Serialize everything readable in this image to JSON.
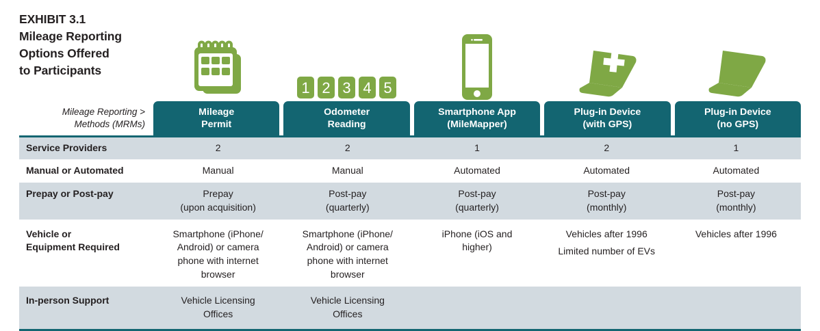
{
  "exhibit": {
    "title_lines": [
      "EXHIBIT 3.1",
      "Mileage Reporting",
      "Options Offered",
      "to Participants"
    ],
    "corner_label_lines": [
      "Mileage Reporting >",
      "Methods (MRMs)"
    ],
    "colors": {
      "teal": "#136571",
      "green": "#7fa845",
      "row_shade": "#d2dae0",
      "row_plain": "#ffffff",
      "text": "#231f20"
    }
  },
  "icons": [
    {
      "name": "calendar-icon",
      "label": "calendar"
    },
    {
      "name": "odometer-digits-icon",
      "label": "odometer",
      "digits": [
        "1",
        "2",
        "3",
        "4",
        "5"
      ]
    },
    {
      "name": "smartphone-icon",
      "label": "smartphone"
    },
    {
      "name": "plug-in-device-gps-icon",
      "label": "plug-in device with GPS"
    },
    {
      "name": "plug-in-device-no-gps-icon",
      "label": "plug-in device no GPS"
    }
  ],
  "columns": [
    {
      "line1": "Mileage",
      "line2": "Permit"
    },
    {
      "line1": "Odometer",
      "line2": "Reading"
    },
    {
      "line1": "Smartphone App",
      "line2": "(MileMapper)"
    },
    {
      "line1": "Plug-in Device",
      "line2": "(with GPS)"
    },
    {
      "line1": "Plug-in Device",
      "line2": "(no GPS)"
    }
  ],
  "rows": [
    {
      "label": "Service Providers",
      "shaded": true,
      "cells": [
        {
          "paras": [
            "2"
          ]
        },
        {
          "paras": [
            "2"
          ]
        },
        {
          "paras": [
            "1"
          ]
        },
        {
          "paras": [
            "2"
          ]
        },
        {
          "paras": [
            "1"
          ]
        }
      ]
    },
    {
      "label": "Manual or Automated",
      "shaded": false,
      "cells": [
        {
          "paras": [
            "Manual"
          ]
        },
        {
          "paras": [
            "Manual"
          ]
        },
        {
          "paras": [
            "Automated"
          ]
        },
        {
          "paras": [
            "Automated"
          ]
        },
        {
          "paras": [
            "Automated"
          ]
        }
      ]
    },
    {
      "label": "Prepay or Post-pay",
      "shaded": true,
      "cells": [
        {
          "paras": [
            "Prepay\n(upon acquisition)"
          ]
        },
        {
          "paras": [
            "Post-pay\n(quarterly)"
          ]
        },
        {
          "paras": [
            "Post-pay\n(quarterly)"
          ]
        },
        {
          "paras": [
            "Post-pay\n(monthly)"
          ]
        },
        {
          "paras": [
            "Post-pay\n(monthly)"
          ]
        }
      ]
    },
    {
      "label": "Vehicle or\nEquipment Required",
      "shaded": false,
      "cells": [
        {
          "paras": [
            "Smartphone (iPhone/\nAndroid) or camera\nphone with internet\nbrowser"
          ]
        },
        {
          "paras": [
            "Smartphone (iPhone/\nAndroid) or camera\nphone with internet\nbrowser"
          ]
        },
        {
          "paras": [
            "iPhone (iOS and\nhigher)"
          ]
        },
        {
          "paras": [
            "Vehicles after 1996",
            "Limited number of EVs"
          ]
        },
        {
          "paras": [
            "Vehicles after 1996"
          ]
        }
      ]
    },
    {
      "label": "In-person Support",
      "shaded": true,
      "cells": [
        {
          "paras": [
            "Vehicle Licensing\nOffices"
          ]
        },
        {
          "paras": [
            "Vehicle Licensing\nOffices"
          ]
        },
        {
          "paras": [
            ""
          ]
        },
        {
          "paras": [
            ""
          ]
        },
        {
          "paras": [
            ""
          ]
        }
      ]
    }
  ]
}
